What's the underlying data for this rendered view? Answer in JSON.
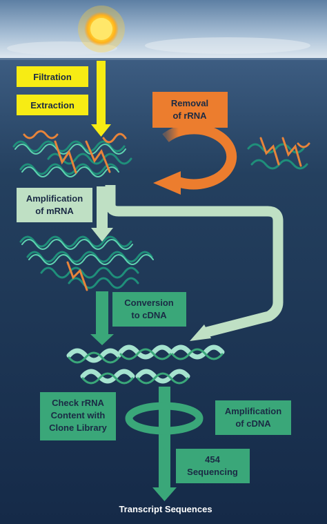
{
  "steps": {
    "filtration": "Filtration",
    "extraction": "Extraction",
    "removal_line1": "Removal",
    "removal_line2": "of rRNA",
    "amp_mrna_line1": "Amplification",
    "amp_mrna_line2": "of mRNA",
    "conversion_line1": "Conversion",
    "conversion_line2": "to cDNA",
    "check_line1": "Check rRNA",
    "check_line2": "Content with",
    "check_line3": "Clone Library",
    "amp_cdna_line1": "Amplification",
    "amp_cdna_line2": "of cDNA",
    "seq_line1": "454",
    "seq_line2": "Sequencing",
    "final": "Transcript Sequences"
  },
  "colors": {
    "yellow": "#f7ec14",
    "orange": "#ec7d2e",
    "pale_green": "#bfe0c4",
    "green": "#3aa779",
    "ocean_deep": "#152a48",
    "ocean_top": "#2a4668"
  }
}
